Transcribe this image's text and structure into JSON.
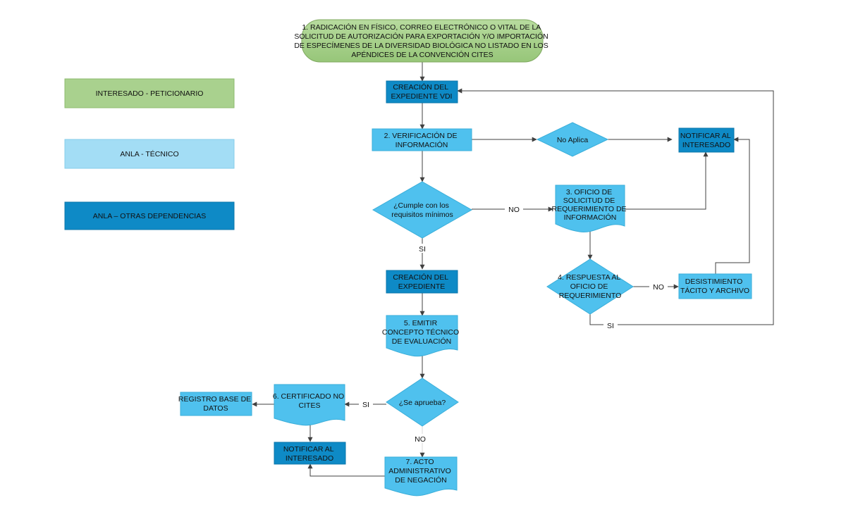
{
  "colors": {
    "green": "#A9D18E",
    "light_blue": "#9DD8F0",
    "mid_blue": "#4FC1EE",
    "dark_blue": "#0E8AC6",
    "line": "#404040"
  },
  "legend": {
    "peticionario": "INTERESADO - PETICIONARIO",
    "tecnico": "ANLA - TÉCNICO",
    "otras": "ANLA – OTRAS DEPENDENCIAS"
  },
  "nodes": {
    "start": [
      "1. RADICACIÓN EN FÍSICO, CORREO ELECTRÓNICO O VITAL DE LA",
      "SOLICITUD DE AUTORIZACIÓN PARA EXPORTACIÓN Y/O IMPORTACIÓN",
      "DE ESPECÍMENES DE LA DIVERSIDAD BIOLÓGICA NO LISTADO EN LOS",
      "APÉNDICES DE LA CONVENCIÓN CITES"
    ],
    "creacion_vdi": [
      "CREACIÓN DEL",
      "EXPEDIENTE VDI"
    ],
    "verificacion": [
      "2. VERIFICACIÓN DE",
      "INFORMACIÓN"
    ],
    "no_aplica": [
      "No Aplica"
    ],
    "notificar_top": [
      "NOTIFICAR AL",
      "INTERESADO"
    ],
    "cumple": [
      "¿Cumple con los",
      "requisitos mínimos"
    ],
    "oficio": [
      "3. OFICIO DE",
      "SOLICITUD DE",
      "REQUERIMIENTO DE",
      "INFORMACIÓN"
    ],
    "creacion_exp": [
      "CREACIÓN DEL",
      "EXPEDIENTE"
    ],
    "respuesta": [
      "4. RESPUESTA AL",
      "OFICIO DE",
      "REQUERIMIENTO"
    ],
    "desistimiento": [
      "DESISTIMIENTO",
      "TÁCITO Y ARCHIVO"
    ],
    "concepto": [
      "5. EMITIR",
      "CONCEPTO TÉCNICO",
      "DE EVALUACIÓN"
    ],
    "aprueba": [
      "¿Se aprueba?"
    ],
    "certificado": [
      "6. CERTIFICADO NO",
      "CITES"
    ],
    "registro": [
      "REGISTRO BASE DE",
      "DATOS"
    ],
    "notificar_bottom": [
      "NOTIFICAR AL",
      "INTERESADO"
    ],
    "acto": [
      "7. ACTO",
      "ADMINISTRATIVO",
      "DE NEGACIÓN"
    ]
  },
  "edge_labels": {
    "no_cumple": "NO",
    "si_cumple": "SI",
    "no_respuesta": "NO",
    "si_respuesta": "SI",
    "si_aprueba": "SI",
    "no_aprueba": "NO"
  }
}
